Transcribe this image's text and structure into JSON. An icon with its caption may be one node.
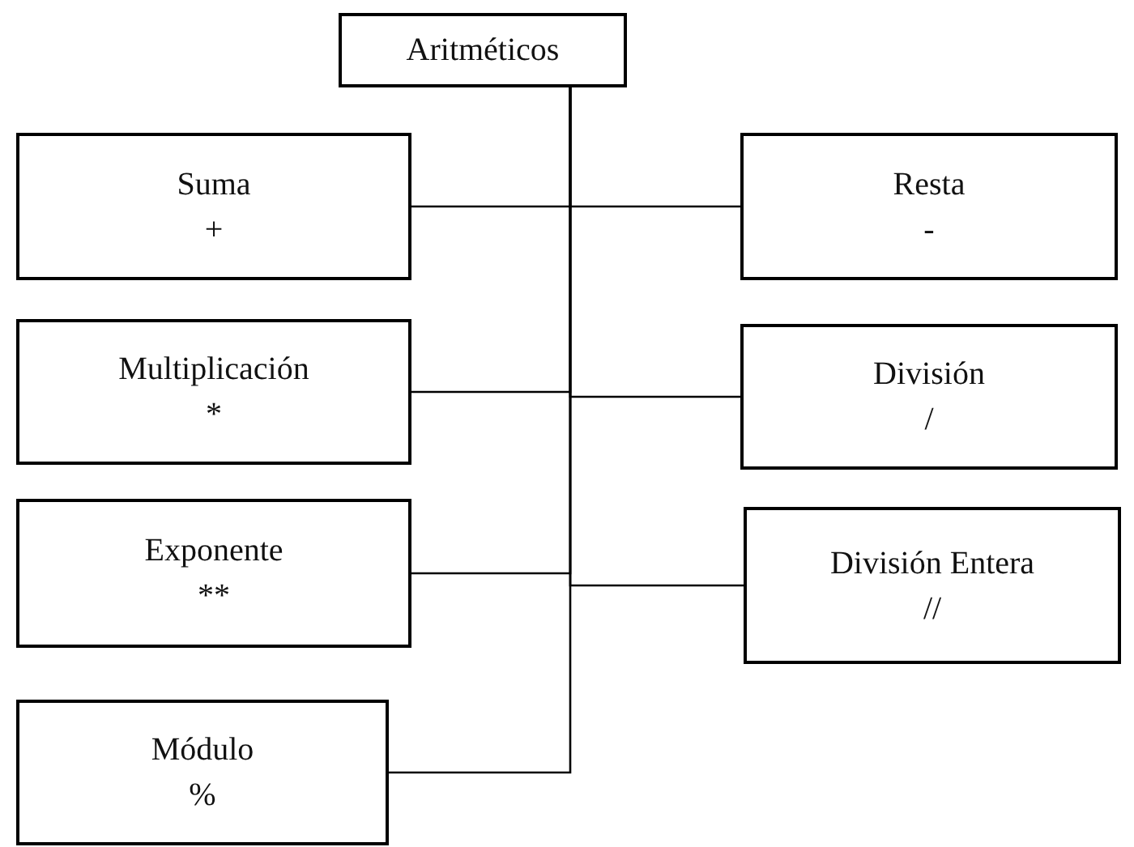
{
  "diagram": {
    "nodes": [
      {
        "text": [
          "Aritméticos"
        ]
      },
      {
        "text": [
          "Suma",
          "+"
        ]
      },
      {
        "text": [
          "Resta",
          "-"
        ]
      },
      {
        "text": [
          "Multiplicación",
          "*"
        ]
      },
      {
        "text": [
          "División",
          "/"
        ]
      },
      {
        "text": [
          "Exponente",
          "**"
        ]
      },
      {
        "text": [
          "División Entera",
          "//"
        ]
      },
      {
        "text": [
          "Módulo",
          "%"
        ]
      }
    ],
    "edges": [
      {
        "from": 0,
        "to": 1,
        "arrow": "none"
      },
      {
        "from": 0,
        "to": 2,
        "arrow": "none"
      },
      {
        "from": 0,
        "to": 3,
        "arrow": "none"
      },
      {
        "from": 0,
        "to": 4,
        "arrow": "none"
      },
      {
        "from": 0,
        "to": 5,
        "arrow": "none"
      },
      {
        "from": 0,
        "to": 6,
        "arrow": "none"
      },
      {
        "from": 0,
        "to": 7,
        "arrow": "none"
      }
    ]
  }
}
